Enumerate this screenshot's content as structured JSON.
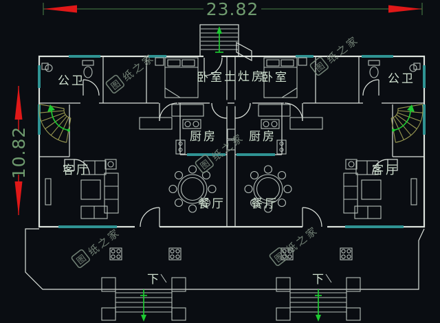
{
  "drawing": {
    "dim_width": "23.82",
    "dim_height": "10.82",
    "labels": {
      "bath": "公卫",
      "bedroom": "卧室",
      "stove_room": "土灶房",
      "kitchen": "厨房",
      "living": "客厅",
      "dining": "餐厅",
      "down": "下"
    },
    "watermark": {
      "full": "图纸之家",
      "boxed_char": "图",
      "rest": "纸之家"
    },
    "colors": {
      "background": "#0a0d12",
      "wall": "#dde3dd",
      "furniture": "#b7c0bb",
      "window": "#2f9393",
      "dim_red": "#e01818",
      "dim_text": "#6f9b6f",
      "dim_line_green": "#3f6b3f",
      "label": "#cfe0cf",
      "stair": "#9a9a52",
      "green_arrow": "#1ec832",
      "watermark": "#7a8a7d"
    }
  }
}
